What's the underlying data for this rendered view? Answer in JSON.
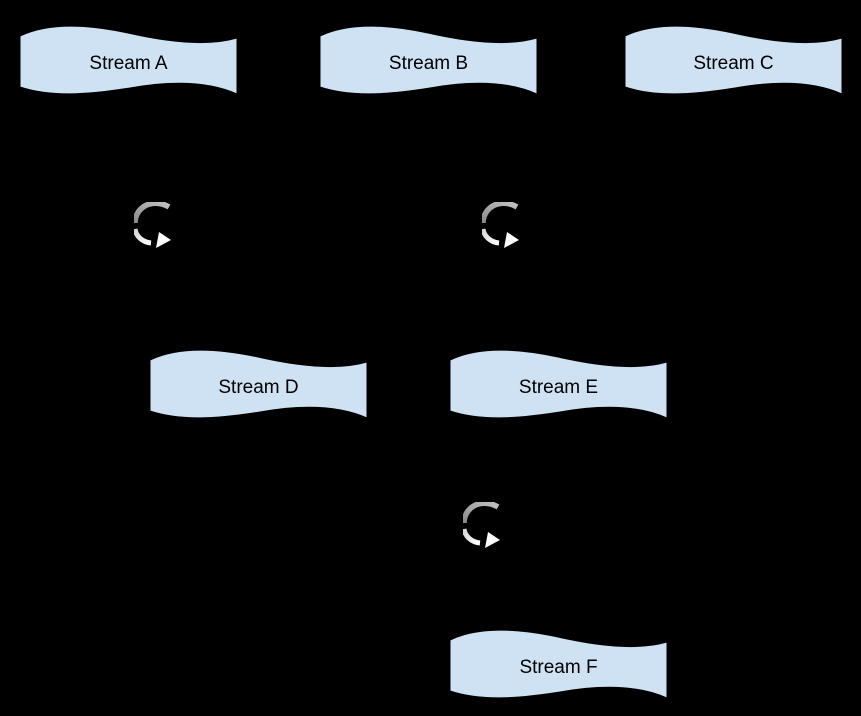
{
  "diagram": {
    "background_color": "#000000",
    "node_fill_color": "#cfe2f3",
    "node_border_color": "#000000",
    "node_text_color": "#000000",
    "icon_colors": {
      "arc_dark": "#8a8a8a",
      "arc_light": "#c2c2c2",
      "swoosh_dark": "#d4d4d4",
      "swoosh_light": "#ffffff"
    },
    "nodes": [
      {
        "id": "stream-a",
        "label": "Stream A"
      },
      {
        "id": "stream-b",
        "label": "Stream B"
      },
      {
        "id": "stream-c",
        "label": "Stream C"
      },
      {
        "id": "stream-d",
        "label": "Stream D"
      },
      {
        "id": "stream-e",
        "label": "Stream E"
      },
      {
        "id": "stream-f",
        "label": "Stream F"
      }
    ],
    "icons": [
      {
        "id": "loop-arrow-1"
      },
      {
        "id": "loop-arrow-2"
      },
      {
        "id": "loop-arrow-3"
      }
    ]
  }
}
